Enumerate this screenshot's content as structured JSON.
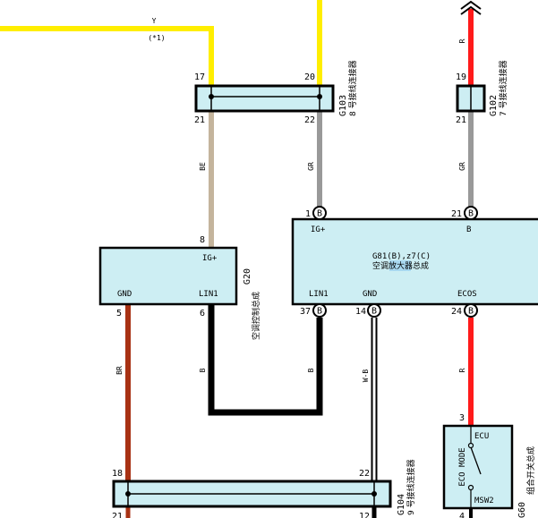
{
  "wires": {
    "y_top": "Y",
    "y_top_note": "(*1)",
    "be": "BE",
    "gr_left": "GR",
    "r_top": "R",
    "gr_right": "GR",
    "br": "BR",
    "b_left": "B",
    "b_right": "B",
    "wb": "W-B",
    "r_bottom": "R"
  },
  "pins": {
    "p17": "17",
    "p20": "20",
    "p21a": "21",
    "p22a": "22",
    "p19": "19",
    "p21b": "21",
    "p8": "8",
    "p5": "5",
    "p6": "6",
    "p1": "1",
    "p21c": "21",
    "p37": "37",
    "p14": "14",
    "p24": "24",
    "p3": "3",
    "p18": "18",
    "p22b": "22",
    "p4": "4",
    "p21d": "21",
    "p12": "12"
  },
  "circle_labels": {
    "b": "B"
  },
  "connectors": {
    "g103_id": "G103",
    "g103_name": "8 号接线连接器",
    "g102_id": "G102",
    "g102_name": "7 号接线连接器",
    "g104_id": "G104",
    "g104_name": "9 号接线连接器"
  },
  "g20": {
    "id": "G20",
    "name": "空调控制总成",
    "ig": "IG+",
    "gnd": "GND",
    "lin": "LIN1"
  },
  "g81": {
    "id_line": "G81(B),z7(C)",
    "name_a": "空调",
    "name_hl": "放大",
    "name_b": "器总成",
    "ig": "IG+",
    "b": "B",
    "lin": "LIN1",
    "gnd": "GND",
    "ecos": "ECOS"
  },
  "g60": {
    "id": "G60",
    "name": "组合开关总成",
    "ecu": "ECU",
    "eco": "ECO MODE",
    "msw": "MSW2"
  },
  "colors": {
    "yellow": "#ffee00",
    "tan": "#c4b49c",
    "gray": "#999999",
    "red": "#ff1a1a",
    "brown": "#a83214",
    "black": "#000000",
    "box_fill": "#cdeef3",
    "highlight": "#a8d8f0"
  }
}
